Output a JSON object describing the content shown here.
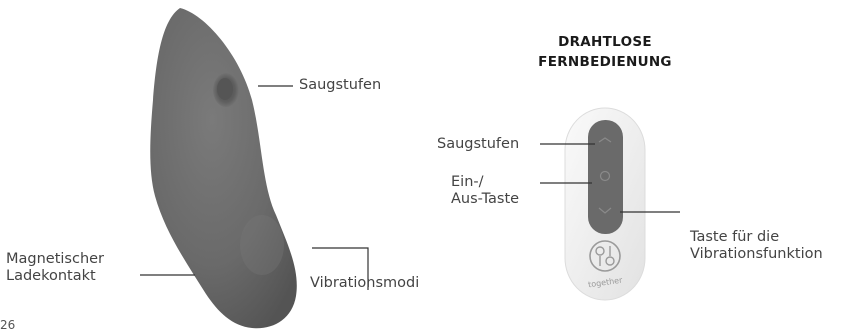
{
  "remote": {
    "title_line1": "DRAHTLOSE",
    "title_line2": "FERNBEDIENUNG",
    "brand_text": "together"
  },
  "labels": {
    "device_suction": "Saugstufen",
    "device_vibration": "Vibrationsmodi",
    "charging_line1": "Magnetischer",
    "charging_line2": "Ladekontakt",
    "remote_suction": "Saugstufen",
    "power_line1": "Ein-/",
    "power_line2": "Aus-Taste",
    "vibration_line1": "Taste für die",
    "vibration_line2": "Vibrationsfunktion"
  },
  "page_number": "26",
  "colors": {
    "device_body": "#6d6d6d",
    "remote_shell": "#efefef",
    "remote_panel": "#6a6a6a",
    "leader_lines": "#333333"
  }
}
